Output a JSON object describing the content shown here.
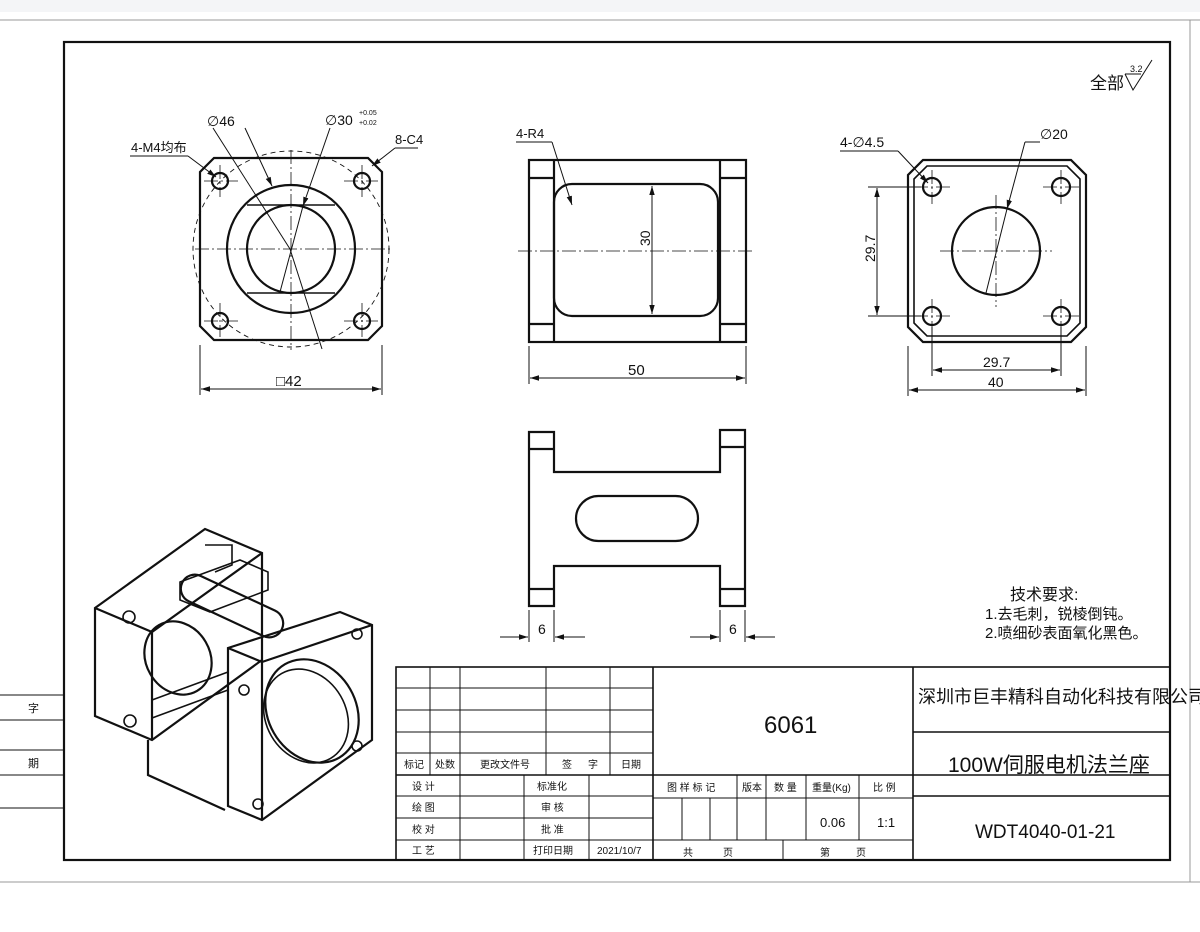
{
  "surface_finish": {
    "prefix": "全部",
    "value": "3.2"
  },
  "front_view": {
    "dia_outer": "∅46",
    "dia_bore": "∅30",
    "tol_upper": "+0.05",
    "tol_lower": "+0.02",
    "thread_note": "4-M4均布",
    "chamfer_note": "8-C4",
    "square_dim": "□42"
  },
  "side_view": {
    "radius_note": "4-R4",
    "height_dim": "30",
    "width_dim": "50"
  },
  "rear_view": {
    "hole_note": "4-∅4.5",
    "dia_bore": "∅20",
    "vert_dim": "29.7",
    "horz_dim": "29.7",
    "width_dim": "40"
  },
  "bottom_view": {
    "left_dim": "6",
    "right_dim": "6"
  },
  "tech_requirements": {
    "title": "技术要求:",
    "line1": "1.去毛刺，锐棱倒钝。",
    "line2": "2.喷细砂表面氧化黑色。"
  },
  "left_margin": {
    "label1": "字",
    "label2": "期"
  },
  "title_block": {
    "material": "6061",
    "company": "深圳市巨丰精科自动化科技有限公司",
    "part_name": "100W伺服电机法兰座",
    "drawing_no": "WDT4040-01-21",
    "rev_headers": [
      "标记",
      "处数",
      "更改文件号",
      "签",
      "字",
      "日期"
    ],
    "sign_rows": [
      {
        "a": "设  计",
        "b": "标准化"
      },
      {
        "a": "绘  图",
        "b": "审  核"
      },
      {
        "a": "校  对",
        "b": "批  准"
      },
      {
        "a": "工  艺",
        "b": "打印日期",
        "date": "2021/10/7"
      }
    ],
    "info_headers": [
      "图 样 标 记",
      "版本",
      "数 量",
      "重量(Kg)",
      "比 例"
    ],
    "weight": "0.06",
    "scale": "1:1",
    "sheets_total": "共",
    "sheet_no": "第",
    "page_label": "页"
  }
}
